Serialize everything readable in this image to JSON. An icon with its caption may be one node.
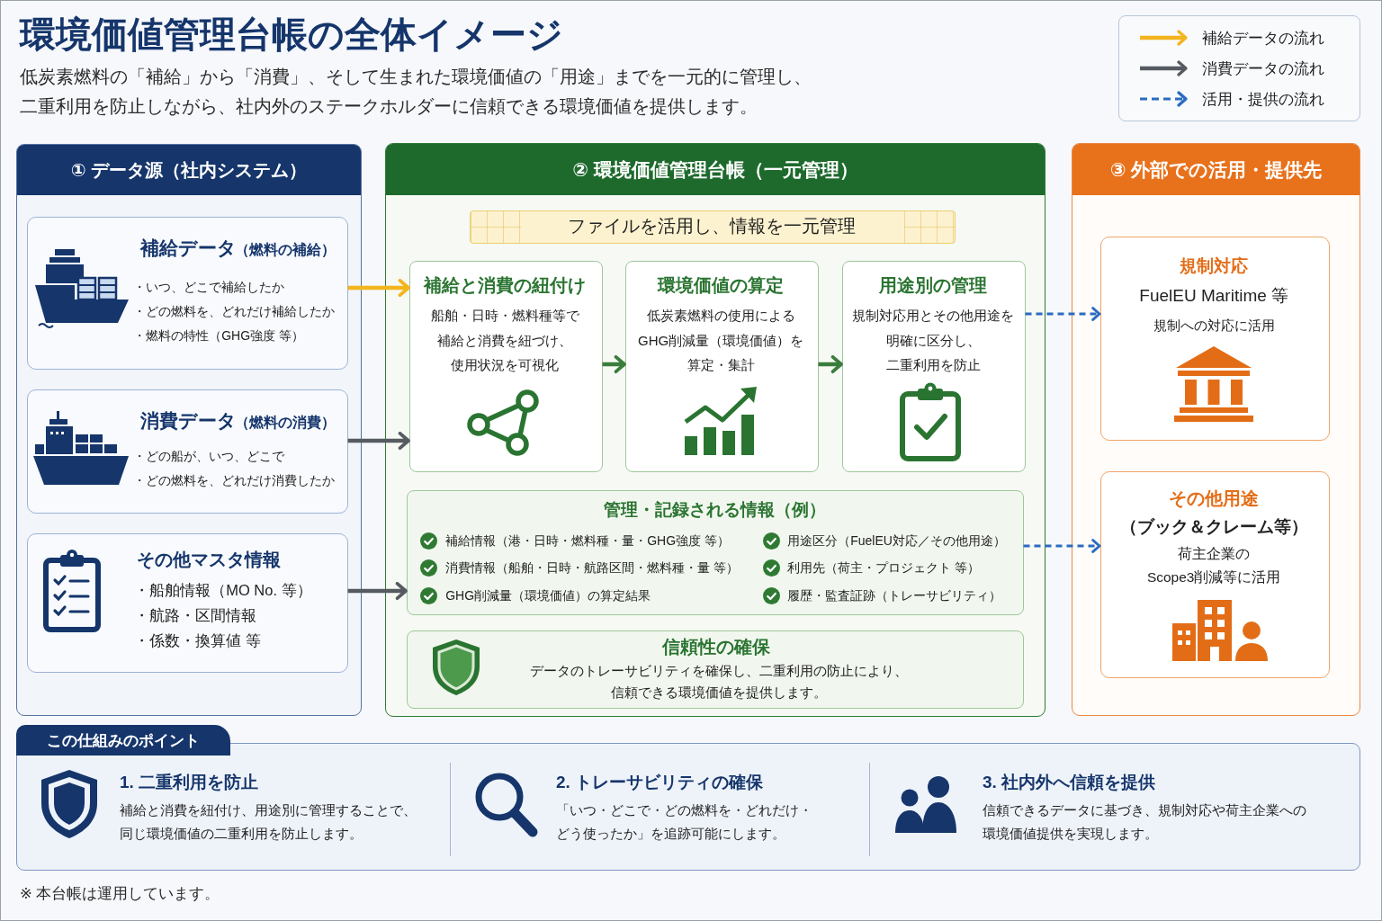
{
  "diagram": {
    "title": "環境価値管理台帳の全体イメージ",
    "nodes": [
      {
        "text": [
          "① データ源（社内システム）"
        ]
      },
      {
        "text": [
          "補給データ",
          "（燃料の補給）",
          "・いつ、どこで補給したか",
          "・どの燃料を、どれだけ補給したか",
          "・燃料の特性（GHG強度 等）"
        ],
        "in": 0
      },
      {
        "text": [
          "消費データ",
          "（燃料の消費）",
          "・どの船が、いつ、どこで",
          "・どの燃料を、どれだけ消費したか"
        ],
        "in": 0
      },
      {
        "text": [
          "その他マスタ情報",
          "・船舶情報（MO No. 等）",
          "・航路・区間情報",
          "・係数・換算値 等"
        ],
        "in": 0
      },
      {
        "text": [
          "② 環境価値管理台帳（一元管理）"
        ]
      },
      {
        "text": [
          "ファイルを活用し、情報を一元管理"
        ],
        "in": 4
      },
      {
        "text": [
          "補給と消費の紐付け",
          "船舶・日時・燃料種等で補給と消費を紐づけ、使用状況を可視化"
        ],
        "in": 4
      },
      {
        "text": [
          "環境価値の算定",
          "低炭素燃料の使用によるGHG削減量（環境価値）を算定・集計"
        ],
        "in": 4
      },
      {
        "text": [
          "用途別の管理",
          "規制対応用とその他用途を明確に区分し、二重利用を防止"
        ],
        "in": 4
      },
      {
        "text": [
          "管理・記録される情報（例）",
          "補給情報（港・日時・燃料種・量・GHG強度 等）",
          "消費情報（船舶・日時・航路区間・燃料種・量 等）",
          "GHG削減量（環境価値）の算定結果",
          "用途区分（FuelEU対応／その他用途）",
          "利用先（荷主・プロジェクト 等）",
          "履歴・監査証跡（トレーサビリティ）"
        ],
        "in": 4
      },
      {
        "text": [
          "信頼性の確保",
          "データのトレーサビリティを確保し、二重利用の防止により、信頼できる環境価値を提供します。"
        ],
        "in": 4
      },
      {
        "text": [
          "③ 外部での活用・提供先"
        ]
      },
      {
        "text": [
          "規制対応",
          "FuelEU Maritime 等",
          "規制への対応に活用"
        ],
        "in": 11
      },
      {
        "text": [
          "その他用途",
          "（ブック＆クレーム等）",
          "荷主企業のScope3削減等に活用"
        ],
        "in": 11
      },
      {
        "text": [
          "この仕組みのポイント",
          "1. 二重利用を防止",
          "補給と消費を紐付け、用途別に管理することで、同じ環境価値の二重利用を防止します。",
          "2. トレーサビリティの確保",
          "「いつ・どこで・どの燃料を・どれだけ・どう使ったか」を追跡可能にします。",
          "3. 社内外へ信頼を提供",
          "信頼できるデータに基づき、規制対応や荷主企業への環境価値提供を実現します。"
        ]
      }
    ],
    "edges": [
      {
        "from": 1,
        "to": 6,
        "arrow": "to",
        "color": "#f3b51d"
      },
      {
        "from": 2,
        "to": 6,
        "arrow": "to"
      },
      {
        "from": 3,
        "to": 9,
        "arrow": "to"
      },
      {
        "from": 6,
        "to": 7,
        "arrow": "to",
        "color": "#3a7d3c"
      },
      {
        "from": 7,
        "to": 8,
        "arrow": "to",
        "color": "#3a7d3c"
      },
      {
        "from": 8,
        "to": 12,
        "arrow": "to",
        "style": "dashed",
        "color": "#2b6cbf"
      },
      {
        "from": 9,
        "to": 13,
        "arrow": "to",
        "style": "dashed",
        "color": "#2b6cbf"
      }
    ],
    "labels": [
      "低炭素燃料の「補給」から「消費」、そして生まれた環境価値の「用途」までを一元的に管理し、二重利用を防止しながら、社内外のステークホルダーに信頼できる環境価値を提供します。",
      "※ 本台帳は運用しています。"
    ],
    "legend": [
      {
        "text": "補給データの流れ"
      },
      {
        "text": "消費データの流れ"
      },
      {
        "text": "活用・提供の流れ"
      }
    ]
  }
}
